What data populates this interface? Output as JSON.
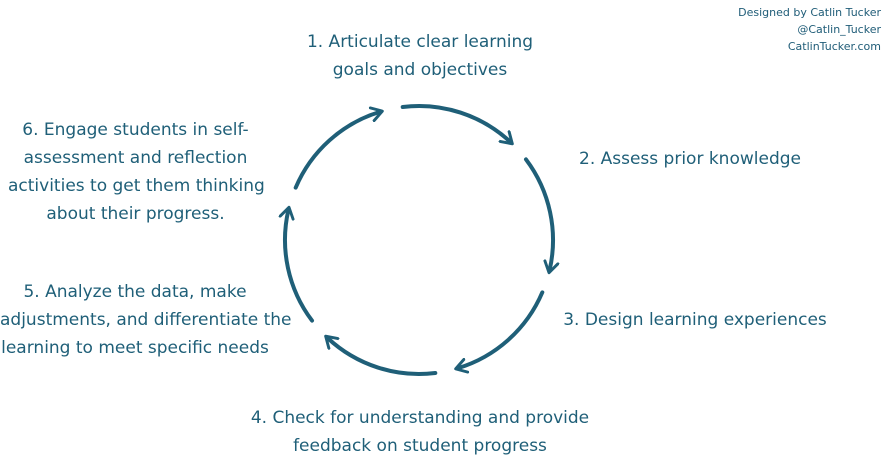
{
  "credit": {
    "line1": "Designed by Catlin Tucker",
    "line2": "@Catlin_Tucker",
    "line3": "CatlinTucker.com"
  },
  "colors": {
    "cycle": "#1f5f78",
    "text": "#1f5f78"
  },
  "steps": [
    {
      "lines": [
        "1. Articulate clear learning",
        "goals and objectives"
      ]
    },
    {
      "lines": [
        "2. Assess prior knowledge"
      ]
    },
    {
      "lines": [
        "3. Design learning experiences"
      ]
    },
    {
      "lines": [
        "4. Check for understanding and provide",
        "feedback on student progress"
      ]
    },
    {
      "lines": [
        "5. Analyze the data, make",
        "adjustments, and differentiate the",
        "learning to meet specific needs"
      ]
    },
    {
      "lines": [
        "6. Engage students in self-",
        "assessment and reflection",
        "activities to get them thinking",
        "about their progress."
      ]
    }
  ]
}
